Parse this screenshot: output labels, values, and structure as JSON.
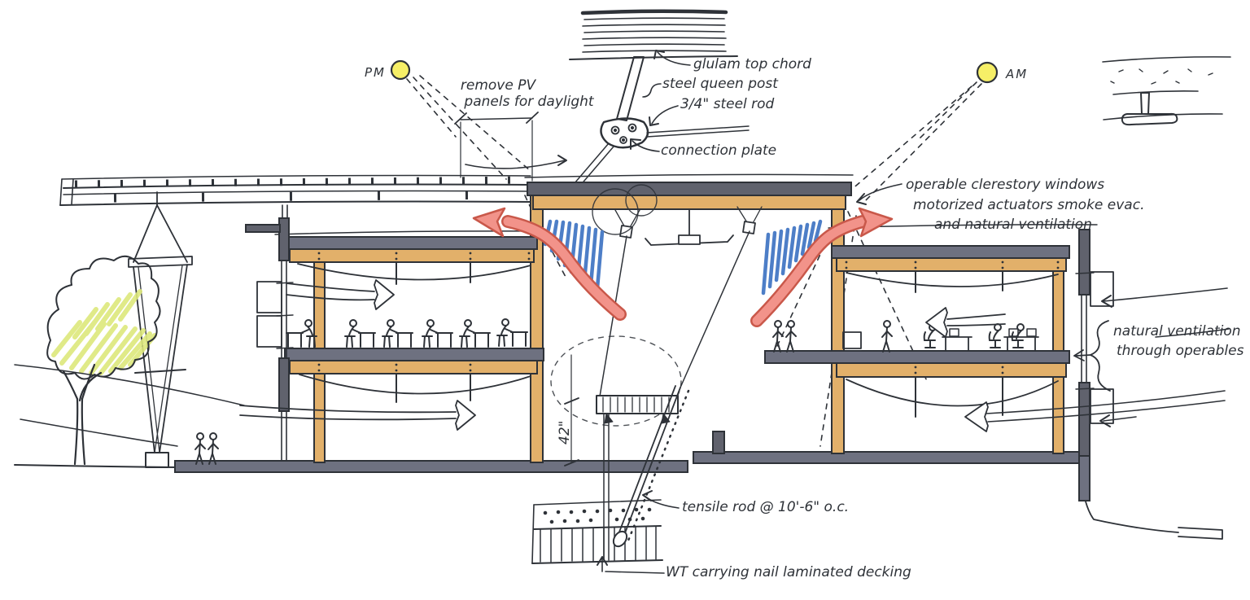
{
  "colors": {
    "ink": "#2e3238",
    "wood": "#e2b06a",
    "slab": "#6e7180",
    "slab_dark": "#60626d",
    "airflow_red_fill": "#f2938a",
    "airflow_red_edge": "#c9584a",
    "glazing_blue": "#4d7ec7",
    "sun_yellow": "#f6ef67",
    "tree_leaf": "#dde87c"
  },
  "suns": {
    "pm": "PM",
    "am": "AM"
  },
  "annotations": {
    "remove_pv_1": "remove PV",
    "remove_pv_2": "panels for daylight",
    "glulam": "glulam top chord",
    "queen_post": "steel queen post",
    "steel_rod": "3/4\" steel rod",
    "connection_plate": "connection plate",
    "clerestory_1": "operable clerestory windows",
    "clerestory_2": "motorized actuators smoke evac.",
    "clerestory_3": "and natural ventilation",
    "nat_vent_1": "natural ventilation",
    "nat_vent_2": "through operables",
    "tensile_rod": "tensile rod @ 10'-6\" o.c.",
    "wt_decking": "WT carrying nail laminated decking",
    "dim_42": "42\""
  }
}
